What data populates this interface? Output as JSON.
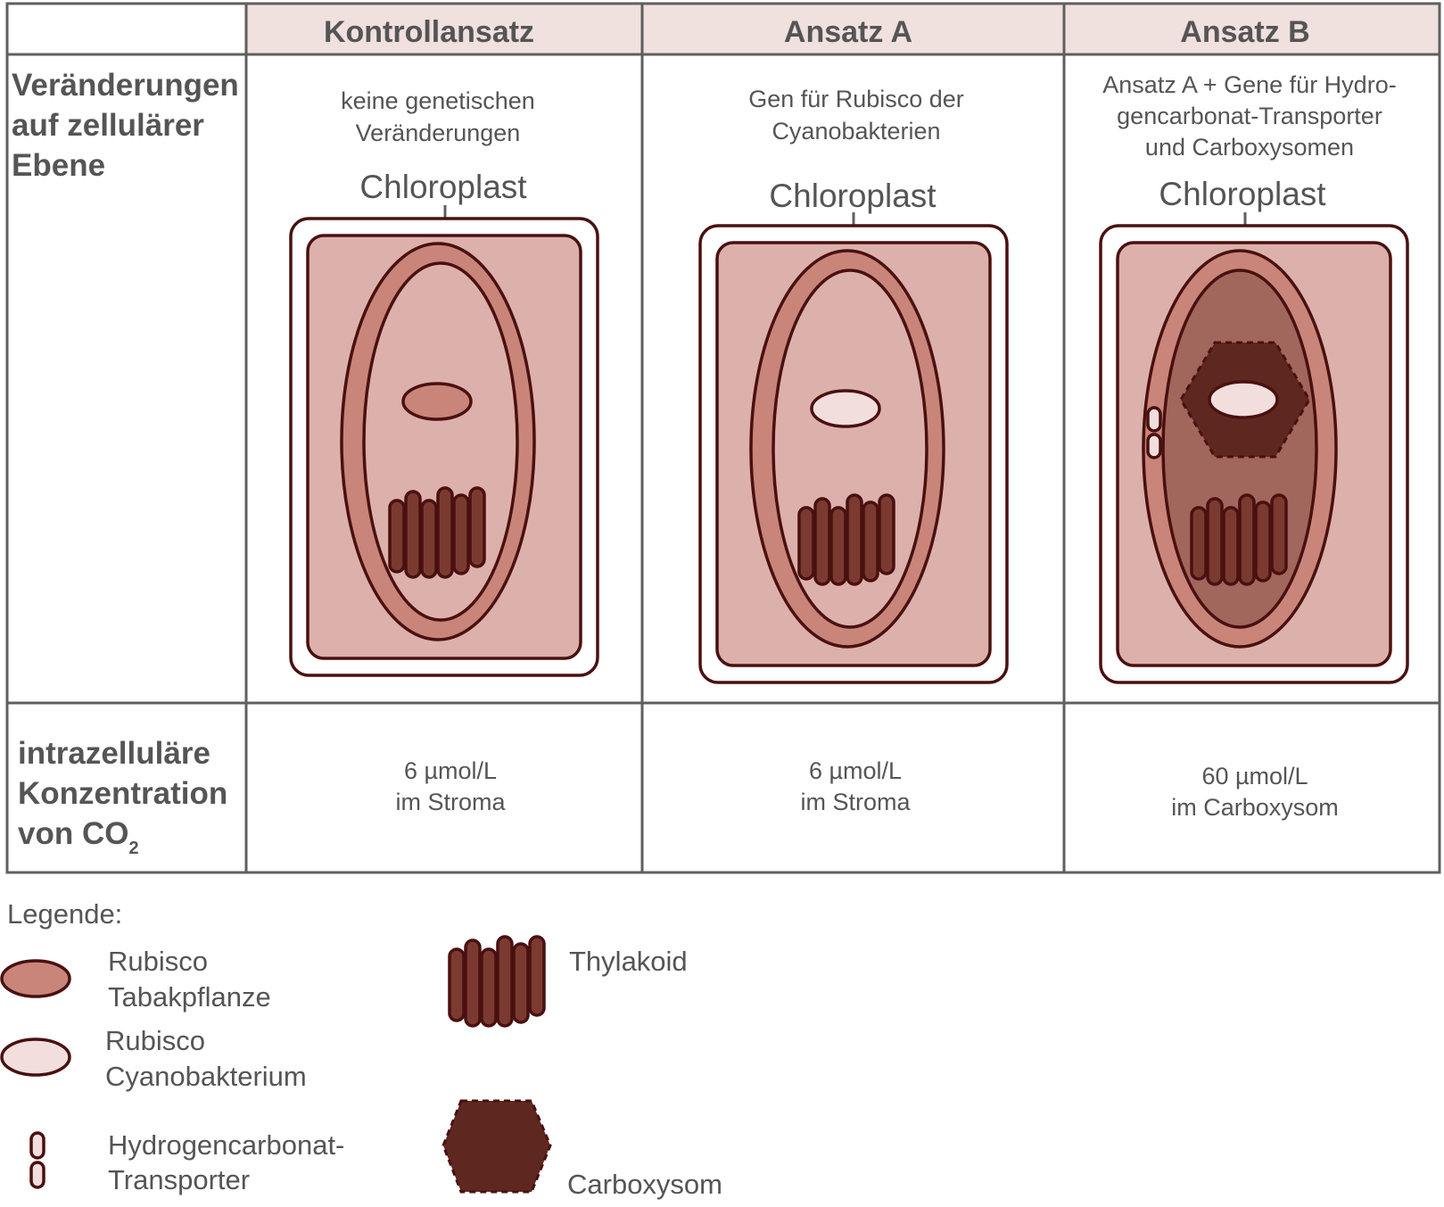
{
  "table": {
    "headers": [
      "Kontrollansatz",
      "Ansatz A",
      "Ansatz B"
    ],
    "row1_label": [
      "Veränderungen",
      "auf zellulärer",
      "Ebene"
    ],
    "row2_label": [
      "intrazelluläre",
      "Konzentration",
      "von CO"
    ],
    "row2_label_subscript": "2",
    "columns": [
      {
        "description": [
          "keine genetischen",
          "Veränderungen"
        ],
        "chloroplast_label": "Chloroplast",
        "rubisco": "Tabakpflanze",
        "has_carboxysome": false,
        "has_transporter": false,
        "concentration": [
          "6 µmol/L",
          "im Stroma"
        ]
      },
      {
        "description": [
          "Gen für Rubisco der",
          "Cyanobakterien"
        ],
        "chloroplast_label": "Chloroplast",
        "rubisco": "Cyanobakterium",
        "has_carboxysome": false,
        "has_transporter": false,
        "concentration": [
          "6 µmol/L",
          "im Stroma"
        ]
      },
      {
        "description": [
          "Ansatz A + Gene für Hydro-",
          "gencarbonat-Transporter",
          "und Carboxysomen"
        ],
        "chloroplast_label": "Chloroplast",
        "rubisco": "Cyanobakterium",
        "has_carboxysome": true,
        "has_transporter": true,
        "concentration": [
          "60 µmol/L",
          "im Carboxysom"
        ]
      }
    ]
  },
  "legend": {
    "title": "Legende:",
    "items": [
      {
        "icon": "rubisco-tabak-icon",
        "label": [
          "Rubisco",
          "Tabakpflanze"
        ]
      },
      {
        "icon": "rubisco-cyano-icon",
        "label": [
          "Rubisco",
          "Cyanobakterium"
        ]
      },
      {
        "icon": "transporter-icon",
        "label": [
          "Hydrogencarbonat-",
          "Transporter"
        ]
      },
      {
        "icon": "thylakoid-icon",
        "label": [
          "Thylakoid"
        ]
      },
      {
        "icon": "carboxysome-icon",
        "label": [
          "Carboxysom"
        ]
      }
    ]
  },
  "colors": {
    "header_bg": "#f0e0de",
    "outline": "#4a1010",
    "cytoplasm": "#dcb1ab",
    "envelope": "#c98579",
    "stroma_dark": "#a1665c",
    "rubisco_tabak": "#c98579",
    "rubisco_cyano": "#f2dfdd",
    "thylakoid": "#7b3a30",
    "carboxysome": "#5e2820"
  }
}
